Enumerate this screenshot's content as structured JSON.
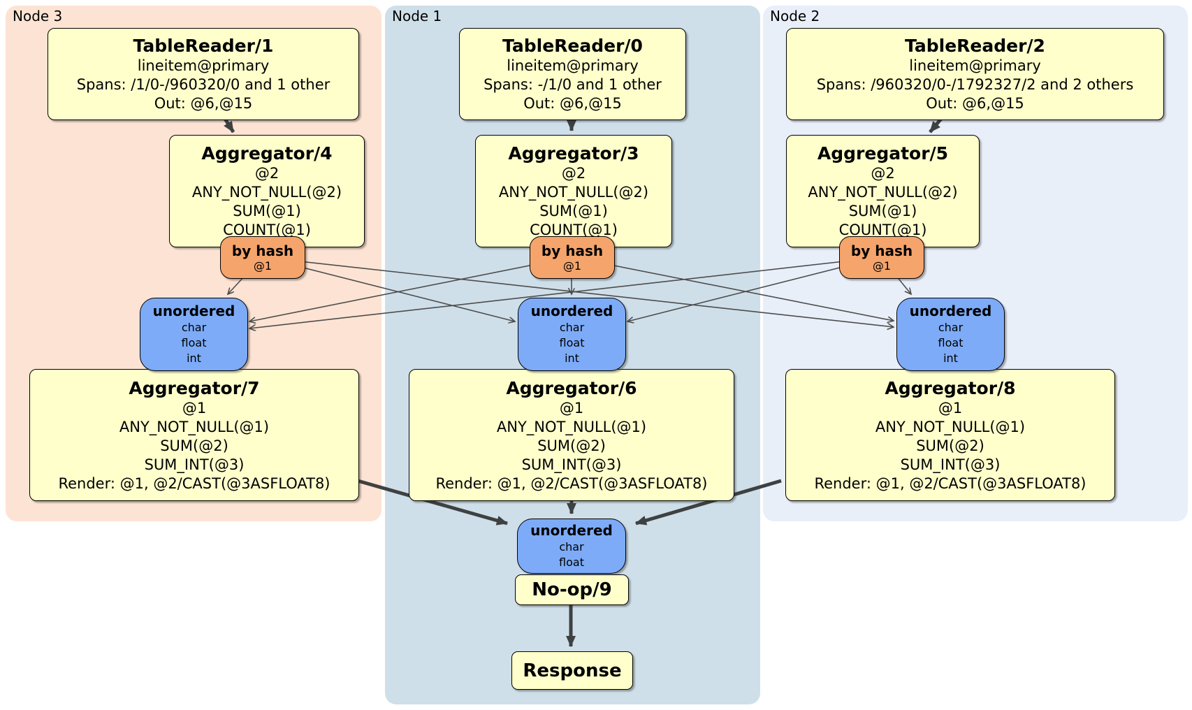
{
  "colors": {
    "node3_bg": "#fde3d3",
    "node1_bg": "#cfdfe9",
    "node2_bg": "#e9eff9",
    "card_bg": "#ffffcc",
    "router_bg": "#f5a46c",
    "sync_bg": "#7dabf8",
    "thick_arrow": "#3e4142",
    "thin_line": "#4d4d4d"
  },
  "node3": {
    "label": "Node 3",
    "reader": {
      "title": "TableReader/1",
      "lines": [
        "lineitem@primary",
        "Spans: /1/0-/960320/0 and 1 other",
        "Out: @6,@15"
      ]
    },
    "agg_top": {
      "title": "Aggregator/4",
      "lines": [
        "@2",
        "ANY_NOT_NULL(@2)",
        "SUM(@1)",
        "COUNT(@1)"
      ]
    },
    "router": {
      "title": "by hash",
      "key": "@1"
    },
    "sync": {
      "title": "unordered",
      "items": [
        "char",
        "float",
        "int"
      ]
    },
    "agg_bottom": {
      "title": "Aggregator/7",
      "lines": [
        "@1",
        "ANY_NOT_NULL(@1)",
        "SUM(@2)",
        "SUM_INT(@3)",
        "Render: @1, @2/CAST(@3ASFLOAT8)"
      ]
    }
  },
  "node1": {
    "label": "Node 1",
    "reader": {
      "title": "TableReader/0",
      "lines": [
        "lineitem@primary",
        "Spans: -/1/0 and 1 other",
        "Out: @6,@15"
      ]
    },
    "agg_top": {
      "title": "Aggregator/3",
      "lines": [
        "@2",
        "ANY_NOT_NULL(@2)",
        "SUM(@1)",
        "COUNT(@1)"
      ]
    },
    "router": {
      "title": "by hash",
      "key": "@1"
    },
    "sync": {
      "title": "unordered",
      "items": [
        "char",
        "float",
        "int"
      ]
    },
    "agg_bottom": {
      "title": "Aggregator/6",
      "lines": [
        "@1",
        "ANY_NOT_NULL(@1)",
        "SUM(@2)",
        "SUM_INT(@3)",
        "Render: @1, @2/CAST(@3ASFLOAT8)"
      ]
    }
  },
  "node2": {
    "label": "Node 2",
    "reader": {
      "title": "TableReader/2",
      "lines": [
        "lineitem@primary",
        "Spans: /960320/0-/1792327/2 and 2 others",
        "Out: @6,@15"
      ]
    },
    "agg_top": {
      "title": "Aggregator/5",
      "lines": [
        "@2",
        "ANY_NOT_NULL(@2)",
        "SUM(@1)",
        "COUNT(@1)"
      ]
    },
    "router": {
      "title": "by hash",
      "key": "@1"
    },
    "sync": {
      "title": "unordered",
      "items": [
        "char",
        "float",
        "int"
      ]
    },
    "agg_bottom": {
      "title": "Aggregator/8",
      "lines": [
        "@1",
        "ANY_NOT_NULL(@1)",
        "SUM(@2)",
        "SUM_INT(@3)",
        "Render: @1, @2/CAST(@3ASFLOAT8)"
      ]
    }
  },
  "output": {
    "sync": {
      "title": "unordered",
      "items": [
        "char",
        "float"
      ]
    },
    "noop_label": "No-op/9",
    "response_label": "Response"
  }
}
